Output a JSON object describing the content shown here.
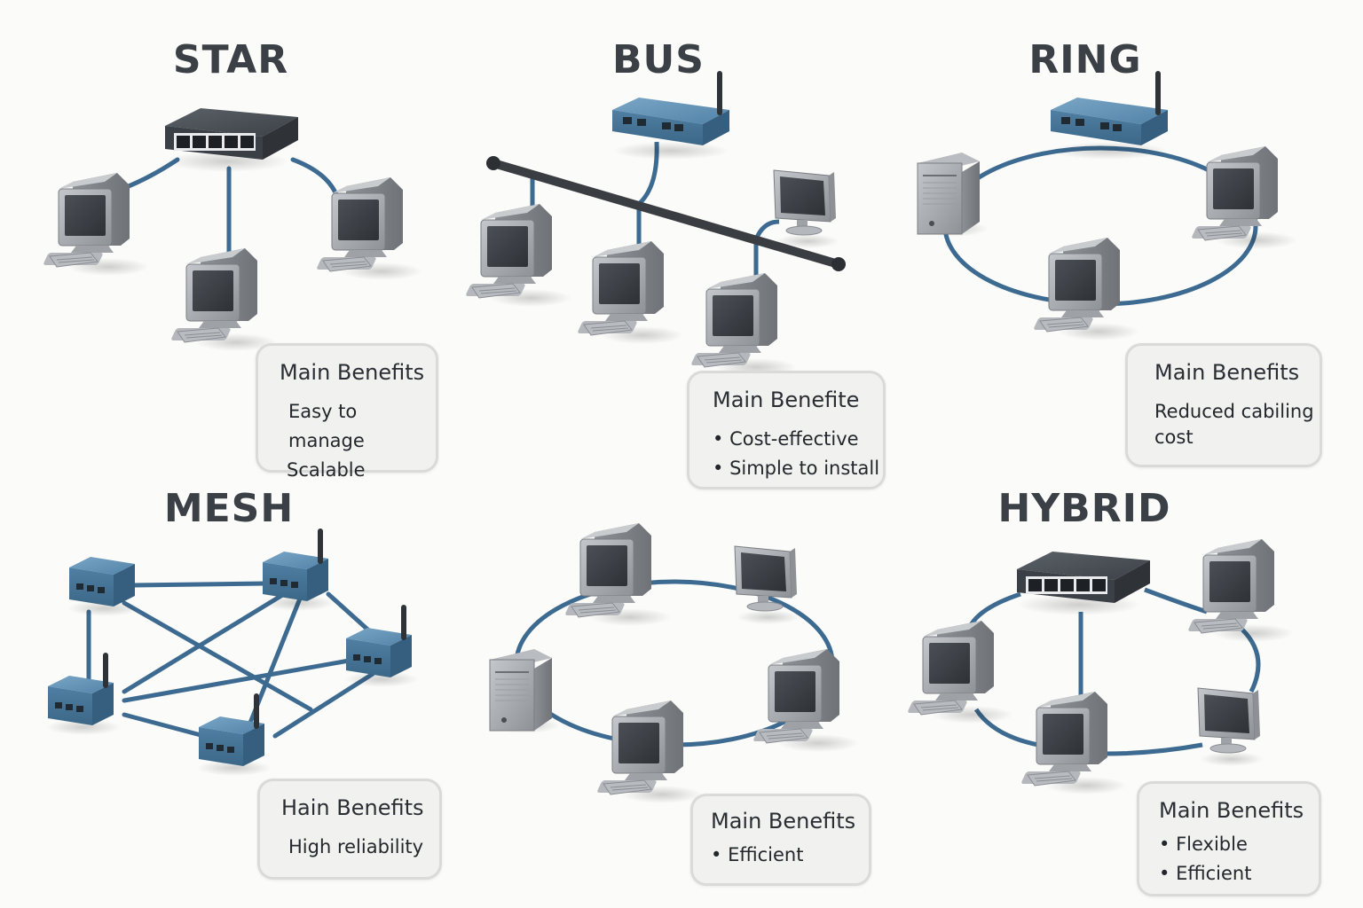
{
  "colors": {
    "title": "#3b4046",
    "cable": "#3d6a90",
    "bus_backbone": "#3a3d42",
    "router_blue": "#5d8db0",
    "switch_dark": "#3f444a",
    "pc_gray": "#a4a8ad",
    "screen": "#3c4147",
    "box_bg": "#f1f1f0",
    "box_border": "#dadad8"
  },
  "panels": [
    {
      "id": "star",
      "title": "STAR",
      "hub_device": "switch",
      "nodes": [
        "pc",
        "pc",
        "pc"
      ],
      "benefits": {
        "heading": "Main Benefits",
        "items": [
          "Easy to manage",
          "Scalable"
        ],
        "bulleted": false
      }
    },
    {
      "id": "bus",
      "title": "BUS",
      "hub_device": "wireless-router",
      "backbone": "bus-cable",
      "nodes": [
        "pc",
        "pc",
        "pc",
        "monitor"
      ],
      "benefits": {
        "heading": "Main Benefite",
        "items": [
          "Cost-effective",
          "Simple to install"
        ],
        "bulleted": true
      }
    },
    {
      "id": "ring",
      "title": "RING",
      "hub_device": "wireless-router",
      "nodes": [
        "server-tower",
        "pc",
        "pc"
      ],
      "benefits": {
        "heading": "Main Benefits",
        "items": [
          "Reduced cabiling",
          "cost"
        ],
        "bulleted": false
      }
    },
    {
      "id": "mesh",
      "title": "MESH",
      "nodes": [
        "router",
        "wireless-router",
        "wireless-router",
        "wireless-router",
        "wireless-router"
      ],
      "benefits": {
        "heading": "Hain Benefits",
        "items": [
          "High reliability"
        ],
        "bulleted": false
      }
    },
    {
      "id": "ring-2",
      "title": "",
      "nodes": [
        "pc",
        "monitor",
        "server-tower",
        "pc",
        "pc"
      ],
      "benefits": {
        "heading": "Main Benefits",
        "items": [
          "Efficient"
        ],
        "bulleted": true
      }
    },
    {
      "id": "hybrid",
      "title": "HYBRID",
      "hub_device": "switch",
      "nodes": [
        "pc",
        "pc",
        "pc",
        "monitor"
      ],
      "benefits": {
        "heading": "Main Benefits",
        "items": [
          "Flexible",
          "Efficient"
        ],
        "bulleted": true
      }
    }
  ]
}
